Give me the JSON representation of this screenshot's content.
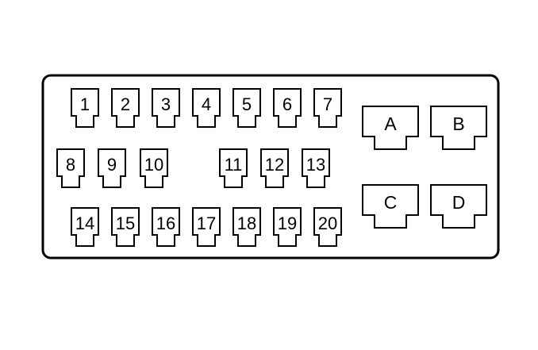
{
  "fuse_block": {
    "small_slots": [
      {
        "id": "1",
        "label": "1"
      },
      {
        "id": "2",
        "label": "2"
      },
      {
        "id": "3",
        "label": "3"
      },
      {
        "id": "4",
        "label": "4"
      },
      {
        "id": "5",
        "label": "5"
      },
      {
        "id": "6",
        "label": "6"
      },
      {
        "id": "7",
        "label": "7"
      },
      {
        "id": "8",
        "label": "8"
      },
      {
        "id": "9",
        "label": "9"
      },
      {
        "id": "10",
        "label": "10"
      },
      {
        "id": "11",
        "label": "11"
      },
      {
        "id": "12",
        "label": "12"
      },
      {
        "id": "13",
        "label": "13"
      },
      {
        "id": "14",
        "label": "14"
      },
      {
        "id": "15",
        "label": "15"
      },
      {
        "id": "16",
        "label": "16"
      },
      {
        "id": "17",
        "label": "17"
      },
      {
        "id": "18",
        "label": "18"
      },
      {
        "id": "19",
        "label": "19"
      },
      {
        "id": "20",
        "label": "20"
      }
    ],
    "large_slots": [
      {
        "id": "a",
        "label": "A"
      },
      {
        "id": "b",
        "label": "B"
      },
      {
        "id": "c",
        "label": "C"
      },
      {
        "id": "d",
        "label": "D"
      }
    ]
  }
}
